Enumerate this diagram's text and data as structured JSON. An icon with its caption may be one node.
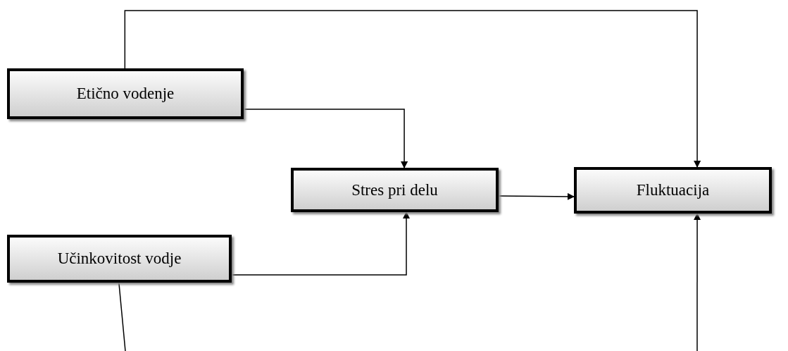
{
  "diagram": {
    "nodes": [
      {
        "text": [
          "Etično vodenje"
        ]
      },
      {
        "text": [
          "Stres pri delu"
        ]
      },
      {
        "text": [
          "Fluktuacija"
        ]
      },
      {
        "text": [
          "Učinkovitost vodje"
        ]
      }
    ],
    "edges": [
      {
        "from": 0,
        "to": 1,
        "arrow": "to"
      },
      {
        "from": 3,
        "to": 1,
        "arrow": "to"
      },
      {
        "from": 1,
        "to": 2,
        "arrow": "to"
      },
      {
        "from": 0,
        "to": 2,
        "arrow": "to"
      },
      {
        "from": 3,
        "to": null,
        "arrow": "none"
      },
      {
        "from": null,
        "to": 2,
        "arrow": "to"
      }
    ]
  }
}
